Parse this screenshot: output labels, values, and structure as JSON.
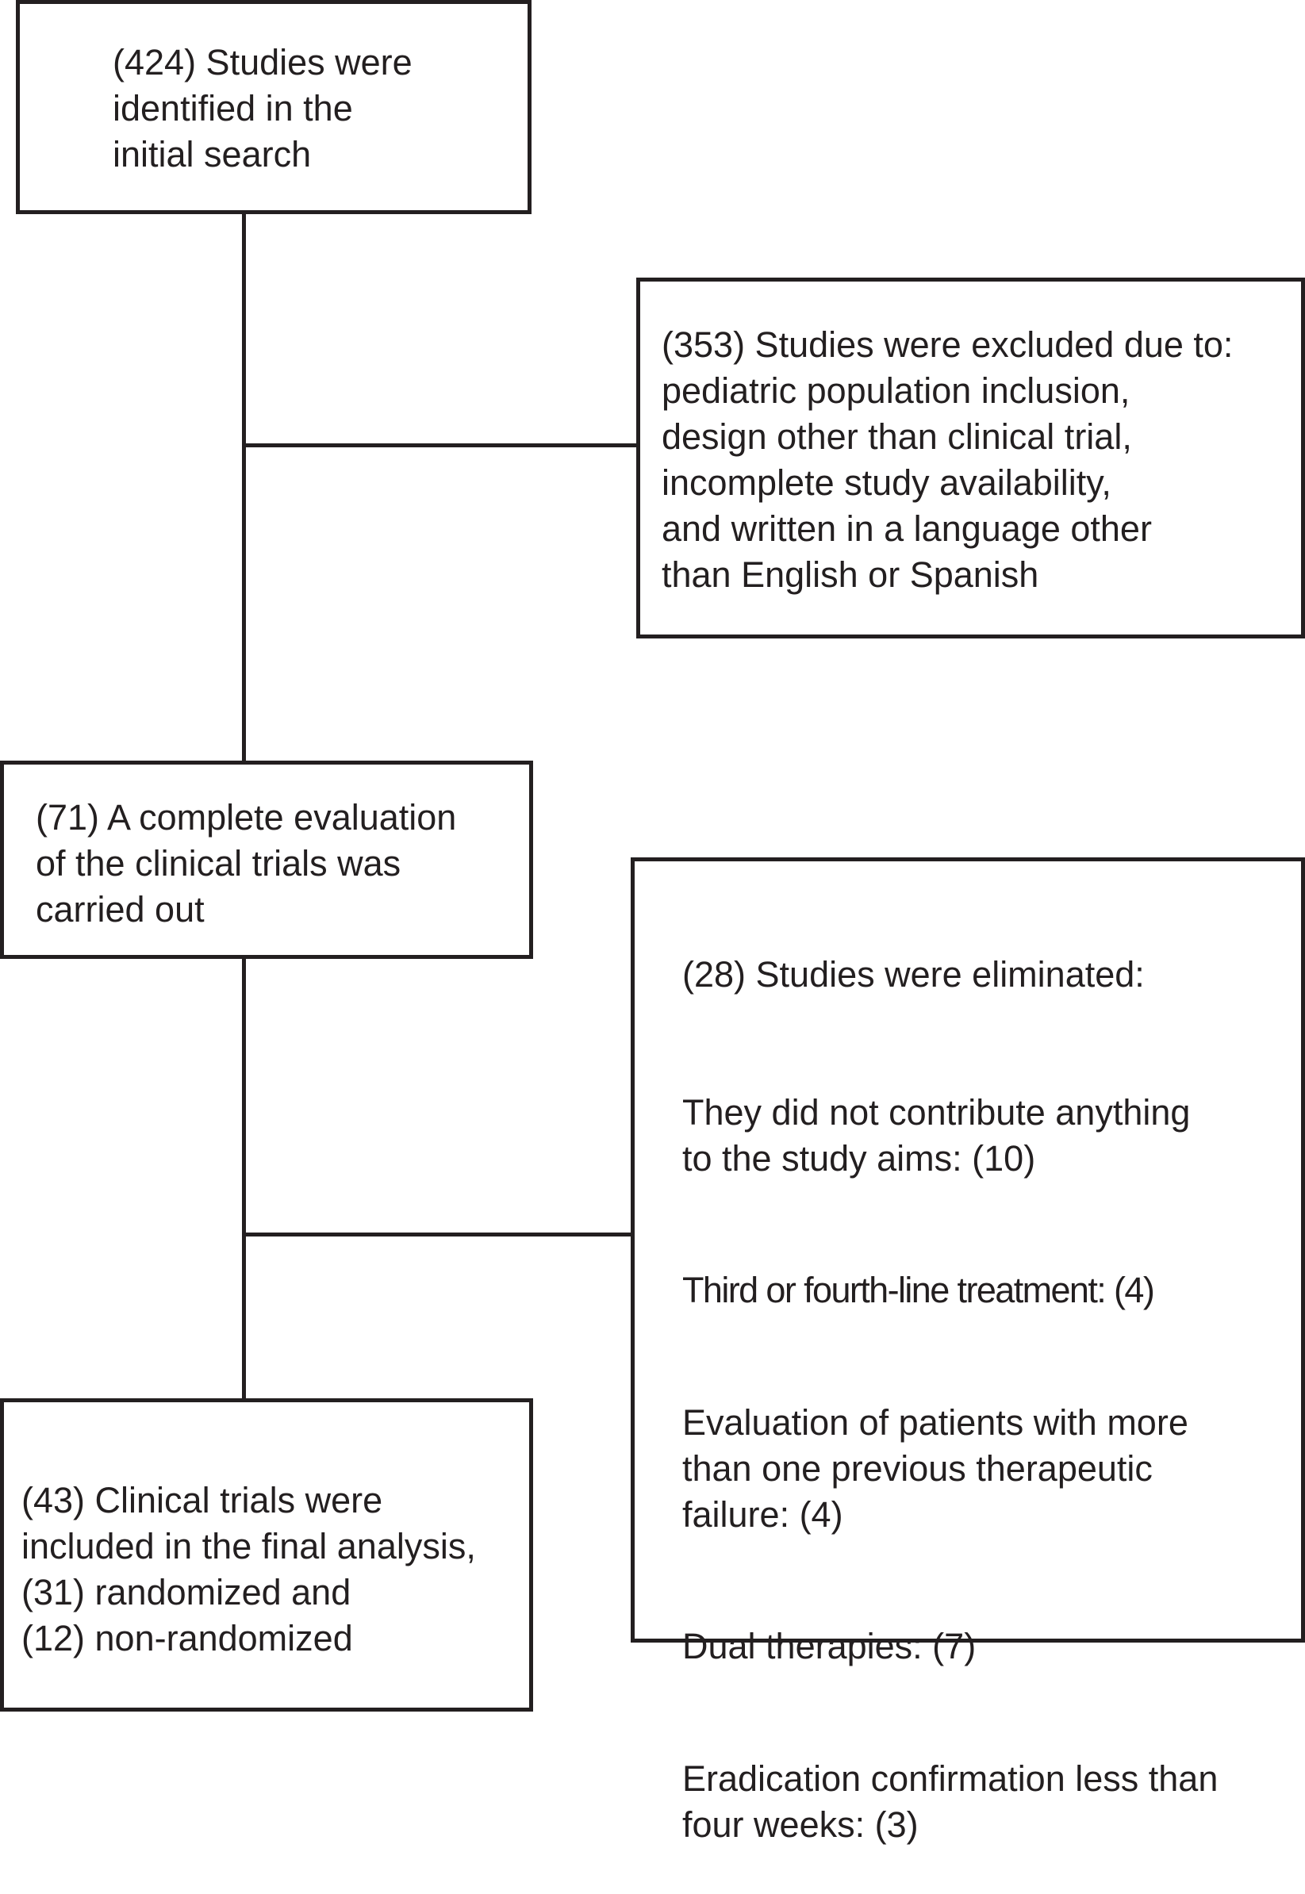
{
  "flowchart": {
    "boxes": {
      "initial_search": {
        "text": "(424) Studies were\nidentified in the\ninitial search"
      },
      "excluded": {
        "text": "(353) Studies were excluded due to:\npediatric population inclusion,\ndesign other than clinical trial,\nincomplete study availability,\nand written in a language other\nthan English or Spanish"
      },
      "evaluation": {
        "text": "(71) A complete evaluation\nof the clinical trials was\ncarried out"
      },
      "eliminated": {
        "heading": "(28) Studies were eliminated:",
        "reasons": [
          "They did not contribute anything\nto the study aims: (10)",
          "Third or fourth-line treatment: (4)",
          "Evaluation of patients with more\nthan one previous therapeutic\nfailure: (4)",
          "Dual therapies:  (7)",
          "Eradication confirmation less than\nfour weeks: (3)"
        ]
      },
      "included": {
        "text": "(43) Clinical trials were\nincluded in the final analysis,\n(31) randomized and\n(12) non-randomized"
      }
    },
    "colors": {
      "line": "#231f20",
      "background": "#ffffff"
    }
  }
}
